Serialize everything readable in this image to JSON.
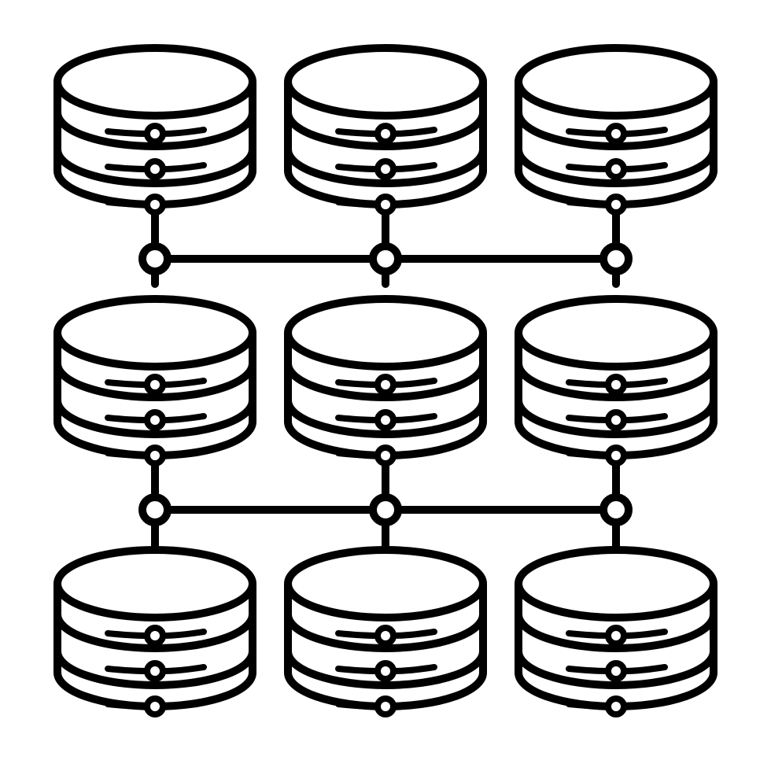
{
  "illustration": {
    "icon": "database-network-icon",
    "style": "outline",
    "stroke_color": "#000000",
    "fill_color": "#ffffff",
    "background_color": "#ffffff",
    "databases": {
      "rows": 3,
      "columns": 3,
      "stack_layers_per_database": 3,
      "indicators_per_database": 3
    },
    "connectors": [
      {
        "name": "connector-bus-1",
        "between_rows": [
          1,
          2
        ],
        "nodes": 3
      },
      {
        "name": "connector-bus-2",
        "between_rows": [
          2,
          3
        ],
        "nodes": 3
      }
    ]
  }
}
